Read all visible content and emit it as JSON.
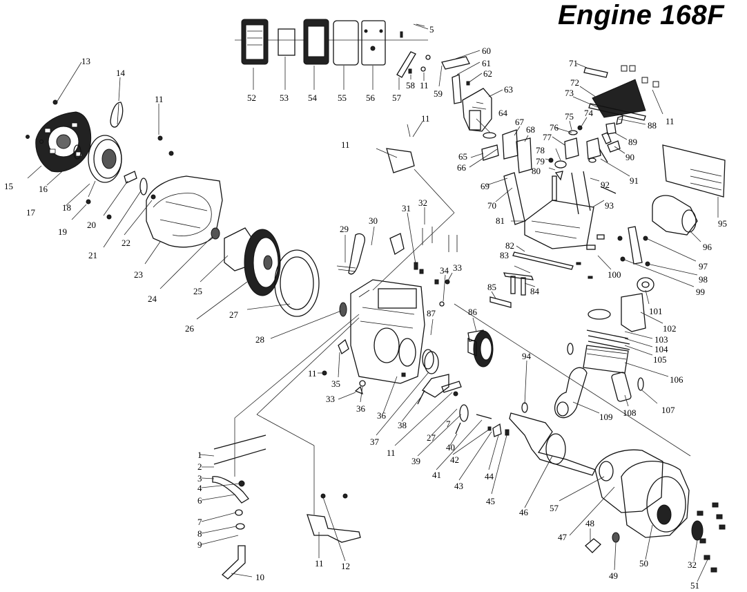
{
  "title": "Engine 168F",
  "callouts": [
    {
      "n": "1"
    },
    {
      "n": "2"
    },
    {
      "n": "3"
    },
    {
      "n": "4"
    },
    {
      "n": "5"
    },
    {
      "n": "6"
    },
    {
      "n": "7"
    },
    {
      "n": "8"
    },
    {
      "n": "9"
    },
    {
      "n": "10"
    },
    {
      "n": "11"
    },
    {
      "n": "12"
    },
    {
      "n": "13"
    },
    {
      "n": "14"
    },
    {
      "n": "15"
    },
    {
      "n": "16"
    },
    {
      "n": "17"
    },
    {
      "n": "18"
    },
    {
      "n": "19"
    },
    {
      "n": "20"
    },
    {
      "n": "21"
    },
    {
      "n": "22"
    },
    {
      "n": "23"
    },
    {
      "n": "24"
    },
    {
      "n": "25"
    },
    {
      "n": "26"
    },
    {
      "n": "27"
    },
    {
      "n": "28"
    },
    {
      "n": "29"
    },
    {
      "n": "30"
    },
    {
      "n": "31"
    },
    {
      "n": "32"
    },
    {
      "n": "33"
    },
    {
      "n": "34"
    },
    {
      "n": "35"
    },
    {
      "n": "36"
    },
    {
      "n": "37"
    },
    {
      "n": "38"
    },
    {
      "n": "39"
    },
    {
      "n": "40"
    },
    {
      "n": "41"
    },
    {
      "n": "42"
    },
    {
      "n": "43"
    },
    {
      "n": "44"
    },
    {
      "n": "45"
    },
    {
      "n": "46"
    },
    {
      "n": "47"
    },
    {
      "n": "48"
    },
    {
      "n": "49"
    },
    {
      "n": "50"
    },
    {
      "n": "51"
    },
    {
      "n": "52"
    },
    {
      "n": "53"
    },
    {
      "n": "54"
    },
    {
      "n": "55"
    },
    {
      "n": "56"
    },
    {
      "n": "57"
    },
    {
      "n": "58"
    },
    {
      "n": "59"
    },
    {
      "n": "60"
    },
    {
      "n": "61"
    },
    {
      "n": "62"
    },
    {
      "n": "63"
    },
    {
      "n": "64"
    },
    {
      "n": "65"
    },
    {
      "n": "66"
    },
    {
      "n": "67"
    },
    {
      "n": "68"
    },
    {
      "n": "69"
    },
    {
      "n": "70"
    },
    {
      "n": "71"
    },
    {
      "n": "72"
    },
    {
      "n": "73"
    },
    {
      "n": "74"
    },
    {
      "n": "75"
    },
    {
      "n": "76"
    },
    {
      "n": "77"
    },
    {
      "n": "78"
    },
    {
      "n": "79"
    },
    {
      "n": "80"
    },
    {
      "n": "81"
    },
    {
      "n": "82"
    },
    {
      "n": "83"
    },
    {
      "n": "84"
    },
    {
      "n": "85"
    },
    {
      "n": "86"
    },
    {
      "n": "87"
    },
    {
      "n": "88"
    },
    {
      "n": "89"
    },
    {
      "n": "90"
    },
    {
      "n": "91"
    },
    {
      "n": "92"
    },
    {
      "n": "93"
    },
    {
      "n": "94"
    },
    {
      "n": "95"
    },
    {
      "n": "96"
    },
    {
      "n": "97"
    },
    {
      "n": "98"
    },
    {
      "n": "99"
    },
    {
      "n": "100"
    },
    {
      "n": "101"
    },
    {
      "n": "102"
    },
    {
      "n": "103"
    },
    {
      "n": "104"
    },
    {
      "n": "105"
    },
    {
      "n": "106"
    },
    {
      "n": "107"
    },
    {
      "n": "108"
    },
    {
      "n": "109"
    },
    {
      "n": "11"
    },
    {
      "n": "11"
    },
    {
      "n": "11"
    },
    {
      "n": "11"
    },
    {
      "n": "11"
    },
    {
      "n": "11"
    },
    {
      "n": "11"
    },
    {
      "n": "7"
    },
    {
      "n": "27"
    },
    {
      "n": "32"
    },
    {
      "n": "33"
    },
    {
      "n": "36"
    },
    {
      "n": "57"
    }
  ]
}
